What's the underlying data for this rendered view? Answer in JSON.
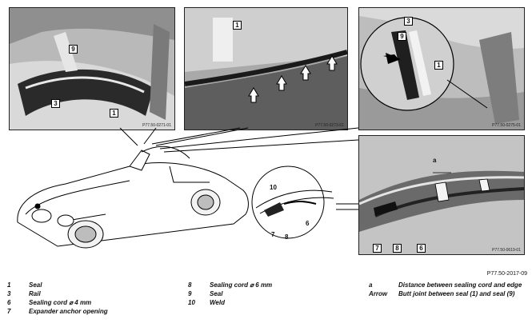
{
  "panels": {
    "top_left": {
      "code": "P77.50-0271-01",
      "callouts": [
        "9",
        "3",
        "1"
      ]
    },
    "top_middle": {
      "code": "P77.50-0273-01",
      "callouts": [
        "1"
      ]
    },
    "top_right": {
      "code": "P77.50-0275-01",
      "callouts": [
        "3",
        "9",
        "1"
      ]
    },
    "bottom_right": {
      "code": "P77.50-0619-01",
      "callouts": [
        "a",
        "7",
        "8",
        "6"
      ]
    }
  },
  "magnifier": {
    "callouts": [
      "10",
      "7",
      "8",
      "6"
    ]
  },
  "figure_ref": "P77.50-2017-09",
  "legend": {
    "col1": [
      {
        "num": "1",
        "text": "Seal"
      },
      {
        "num": "3",
        "text": "Rail"
      },
      {
        "num": "6",
        "text": "Sealing cord  ⌀ 4   mm"
      },
      {
        "num": "7",
        "text": "Expander anchor opening"
      }
    ],
    "col2": [
      {
        "num": "8",
        "text": "Sealing cord  ⌀ 6  mm"
      },
      {
        "num": "9",
        "text": "Seal"
      },
      {
        "num": "10",
        "text": "Weld"
      }
    ],
    "col3": [
      {
        "num": "a",
        "text": "Distance between sealing cord and edge"
      },
      {
        "num": "Arrow",
        "text": "Butt joint between seal (1) and seal (9)"
      }
    ]
  }
}
